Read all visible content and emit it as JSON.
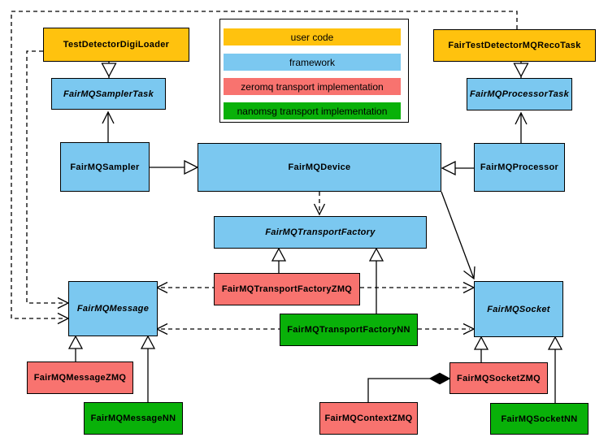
{
  "legend": {
    "items": [
      {
        "label": "user code",
        "color": "#FFC20E"
      },
      {
        "label": "framework",
        "color": "#7BC8F0"
      },
      {
        "label": "zeromq transport implementation",
        "color": "#F8736F"
      },
      {
        "label": "nanomsg transport implementation",
        "color": "#09B109"
      }
    ]
  },
  "nodes": [
    {
      "label": "TestDetectorDigiLoader",
      "category": "user code",
      "abstract": false
    },
    {
      "label": "FairTestDetectorMQRecoTask",
      "category": "user code",
      "abstract": false
    },
    {
      "label": "FairMQSamplerTask",
      "category": "framework",
      "abstract": true
    },
    {
      "label": "FairMQProcessorTask",
      "category": "framework",
      "abstract": true
    },
    {
      "label": "FairMQSampler",
      "category": "framework",
      "abstract": false
    },
    {
      "label": "FairMQDevice",
      "category": "framework",
      "abstract": false
    },
    {
      "label": "FairMQProcessor",
      "category": "framework",
      "abstract": false
    },
    {
      "label": "FairMQTransportFactory",
      "category": "framework",
      "abstract": true
    },
    {
      "label": "FairMQTransportFactoryZMQ",
      "category": "zeromq transport implementation",
      "abstract": false
    },
    {
      "label": "FairMQTransportFactoryNN",
      "category": "nanomsg transport implementation",
      "abstract": false
    },
    {
      "label": "FairMQMessage",
      "category": "framework",
      "abstract": true
    },
    {
      "label": "FairMQSocket",
      "category": "framework",
      "abstract": true
    },
    {
      "label": "FairMQMessageZMQ",
      "category": "zeromq transport implementation",
      "abstract": false
    },
    {
      "label": "FairMQMessageNN",
      "category": "nanomsg transport implementation",
      "abstract": false
    },
    {
      "label": "FairMQContextZMQ",
      "category": "zeromq transport implementation",
      "abstract": false
    },
    {
      "label": "FairMQSocketZMQ",
      "category": "zeromq transport implementation",
      "abstract": false
    },
    {
      "label": "FairMQSocketNN",
      "category": "nanomsg transport implementation",
      "abstract": false
    }
  ],
  "colors": {
    "user_code": "#FFC20E",
    "framework": "#7BC8F0",
    "zeromq": "#F8736F",
    "nanomsg": "#09B109",
    "line": "#000000",
    "background": "#FFFFFF"
  }
}
